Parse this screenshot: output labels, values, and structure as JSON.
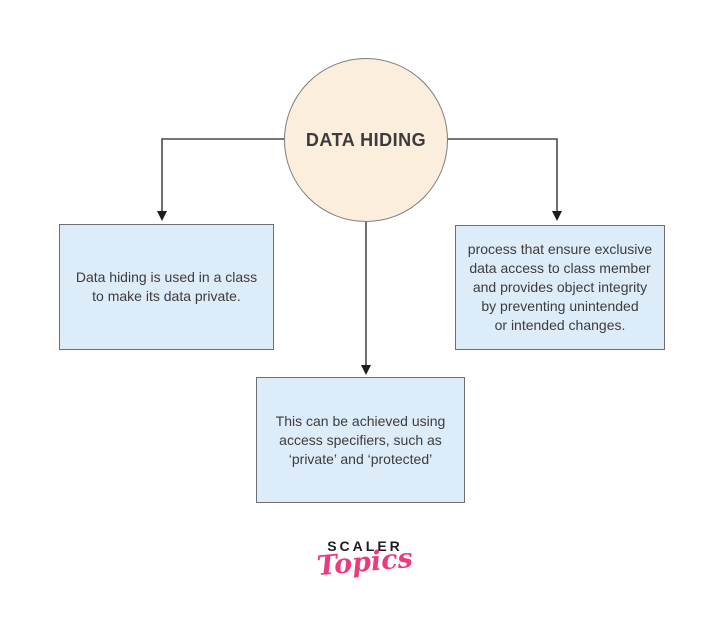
{
  "diagram": {
    "title": "DATA HIDING",
    "nodes": {
      "left": {
        "text": "Data hiding is used in a class\nto make its data private."
      },
      "right": {
        "text": "process that ensure exclusive\ndata access to class member\nand provides object integrity\nby preventing unintended\nor intended changes."
      },
      "bottom": {
        "text": "This can be achieved using\naccess specifiers, such as\n‘private’ and ‘protected’"
      }
    },
    "colors": {
      "circle_fill": "#fbeedd",
      "circle_border": "#7d7d7d",
      "box_fill": "#ddecf9",
      "box_border": "#6f6f6f",
      "text": "#3c3c3c",
      "connector_line": "#4a4a4a",
      "arrowhead": "#1e1e1e"
    }
  },
  "branding": {
    "primary": "SCALER",
    "secondary": "Topics",
    "primary_color": "#1d1d1f",
    "secondary_color": "#ed3a7f"
  }
}
